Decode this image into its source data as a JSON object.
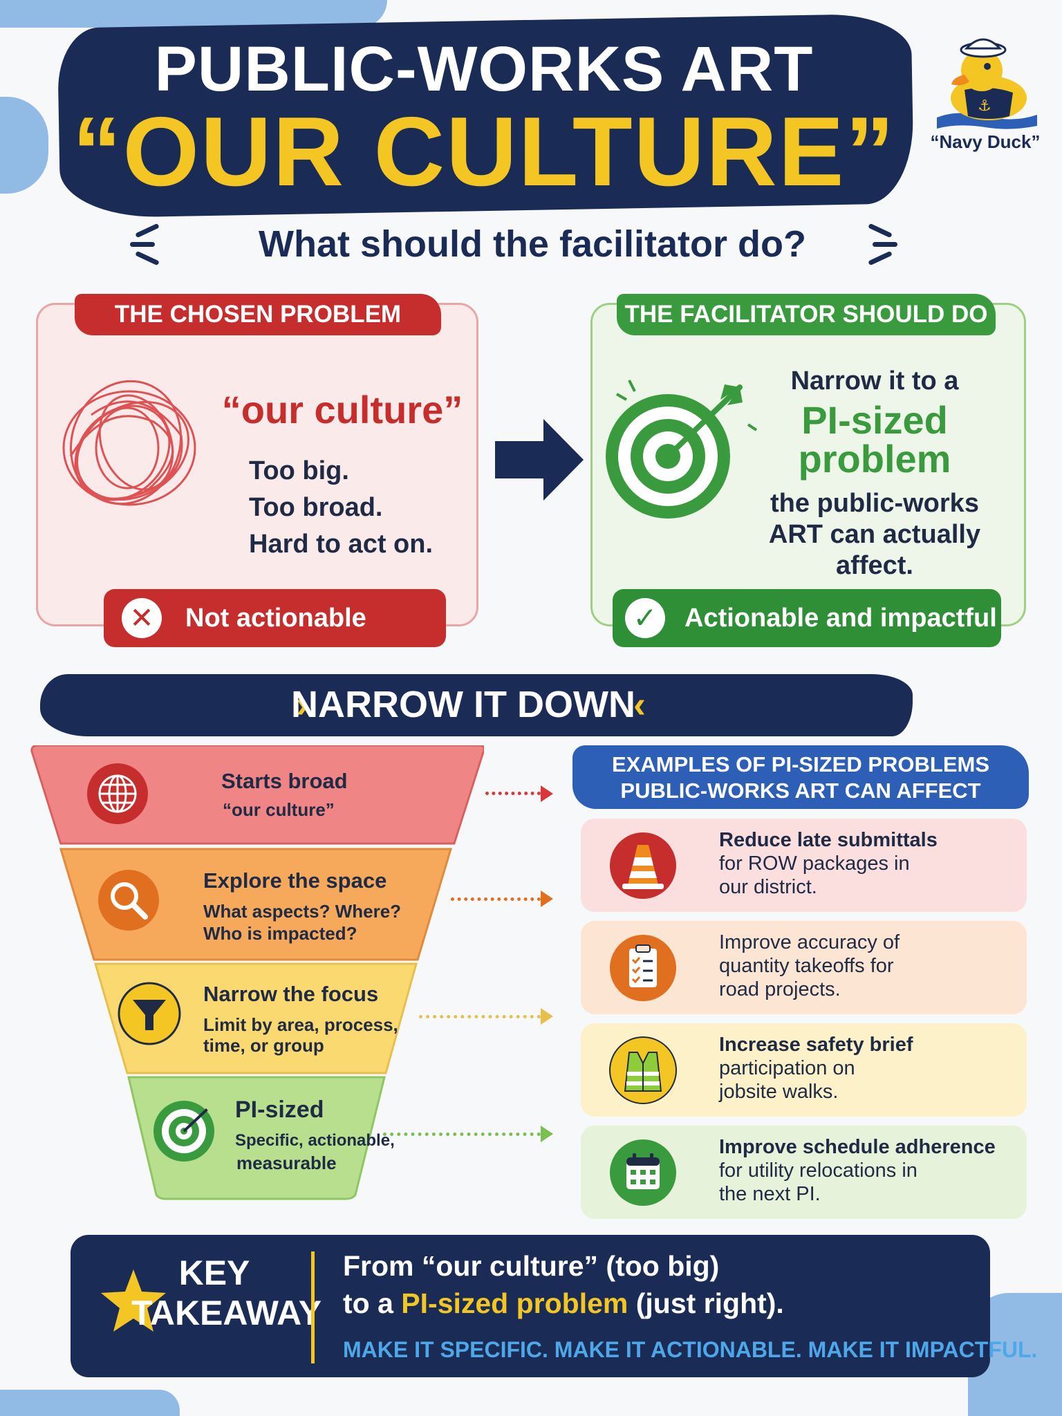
{
  "header": {
    "title_line1": "PUBLIC-WORKS ART",
    "title_line2": "“OUR CULTURE”",
    "mascot_caption": "“Navy Duck”",
    "question": "What should the facilitator do?"
  },
  "chosen_problem": {
    "banner": "THE CHOSEN PROBLEM",
    "quote": "“our culture”",
    "lines": [
      "Too big.",
      "Too broad.",
      "Hard to act on."
    ],
    "verdict": "Not actionable",
    "verdict_icon": "x-icon"
  },
  "facilitator": {
    "banner": "THE FACILITATOR SHOULD DO",
    "line1": "Narrow it to a",
    "highlight_1": "PI-sized",
    "highlight_2": "problem",
    "line3": "the public-works",
    "line4": "ART can actually",
    "line5": "affect.",
    "verdict": "Actionable and impactful",
    "verdict_icon": "check-icon"
  },
  "narrow": {
    "title": "NARROW IT DOWN",
    "steps": [
      {
        "label": "Starts broad",
        "sub": "“our culture”",
        "icon": "globe-icon",
        "color": "#ef8585"
      },
      {
        "label": "Explore the space",
        "sub1": "What aspects? Where?",
        "sub2": "Who is impacted?",
        "icon": "magnifier-icon",
        "color": "#f6a95b"
      },
      {
        "label": "Narrow the focus",
        "sub1": "Limit by area, process,",
        "sub2": "time, or group",
        "icon": "filter-icon",
        "color": "#fbd971"
      },
      {
        "label": "PI-sized",
        "sub1": "Specific, actionable,",
        "sub2": "measurable",
        "icon": "target-icon",
        "color": "#b8df8e"
      }
    ]
  },
  "examples": {
    "banner_line1": "EXAMPLES OF PI-SIZED PROBLEMS",
    "banner_line2": "PUBLIC-WORKS ART CAN AFFECT",
    "items": [
      {
        "bold": "Reduce late submittals",
        "rest1": "for ROW packages in",
        "rest2": "our district.",
        "icon": "traffic-cone-icon"
      },
      {
        "bold": "Improve accuracy of",
        "rest1": "quantity takeoffs for",
        "rest2": "road projects.",
        "icon": "clipboard-checklist-icon"
      },
      {
        "bold": "Increase safety brief",
        "rest1": "participation on",
        "rest2": "jobsite walks.",
        "icon": "safety-vest-icon"
      },
      {
        "bold": "Improve schedule adherence",
        "rest1": "for utility relocations in",
        "rest2": "the next PI.",
        "icon": "calendar-icon"
      }
    ]
  },
  "takeaway": {
    "label_line1": "KEY",
    "label_line2": "TAKEAWAY",
    "line1": "From “our culture” (too big)",
    "line2_pre": "to a ",
    "line2_hl": "PI-sized problem",
    "line2_post": " (just right).",
    "line3": "MAKE IT SPECIFIC. MAKE IT ACTIONABLE. MAKE IT IMPACTFUL."
  },
  "colors": {
    "navy": "#1a2b55",
    "yellow": "#f3c623",
    "red": "#c62d2d",
    "green": "#3a9a3e",
    "blue": "#2c5fb5"
  }
}
